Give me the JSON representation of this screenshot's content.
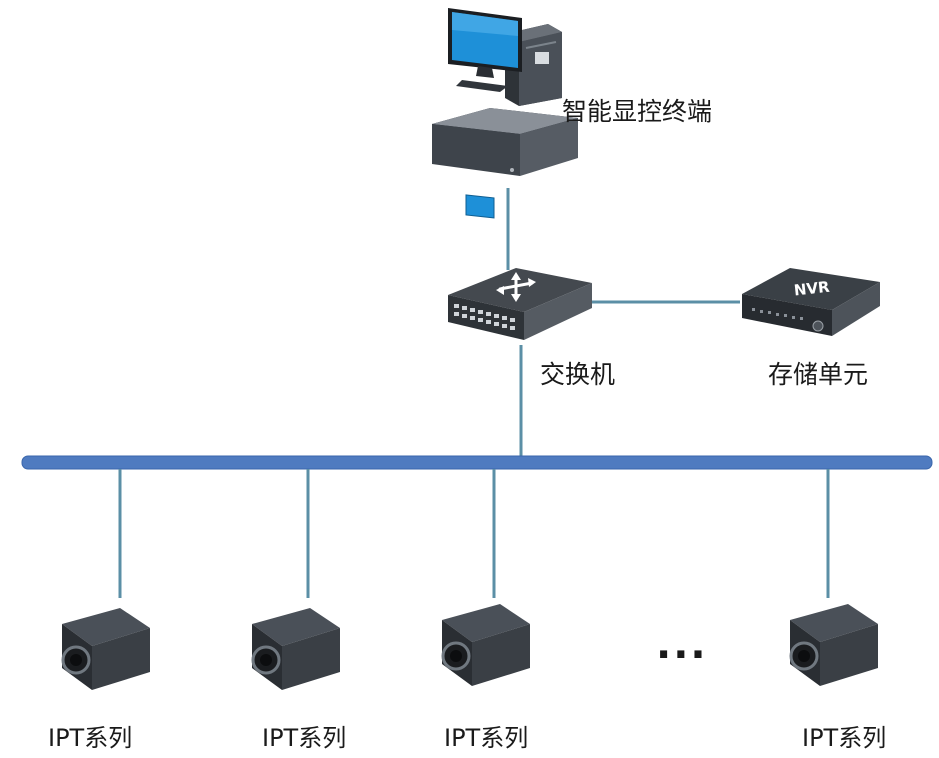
{
  "nodes": {
    "terminal": {
      "label": "智能显控终端",
      "icon": "desktop-computer-icon"
    },
    "decoder": {
      "icon": "decoder-box-icon"
    },
    "switch": {
      "label": "交换机",
      "icon": "network-switch-icon"
    },
    "storage": {
      "label": "存储单元",
      "icon": "nvr-recorder-icon",
      "device_text": "NVR"
    },
    "cameras": [
      {
        "label": "IPT系列",
        "icon": "camera-icon"
      },
      {
        "label": "IPT系列",
        "icon": "camera-icon"
      },
      {
        "label": "IPT系列",
        "icon": "camera-icon"
      },
      {
        "label": "IPT系列",
        "icon": "camera-icon"
      }
    ],
    "ellipsis": "..."
  },
  "colors": {
    "bus": "#4f7bc0",
    "bus_stroke": "#3a66ab",
    "link": "#5b8fa6",
    "device_dark": "#3c4249",
    "screen": "#1e90d8"
  }
}
